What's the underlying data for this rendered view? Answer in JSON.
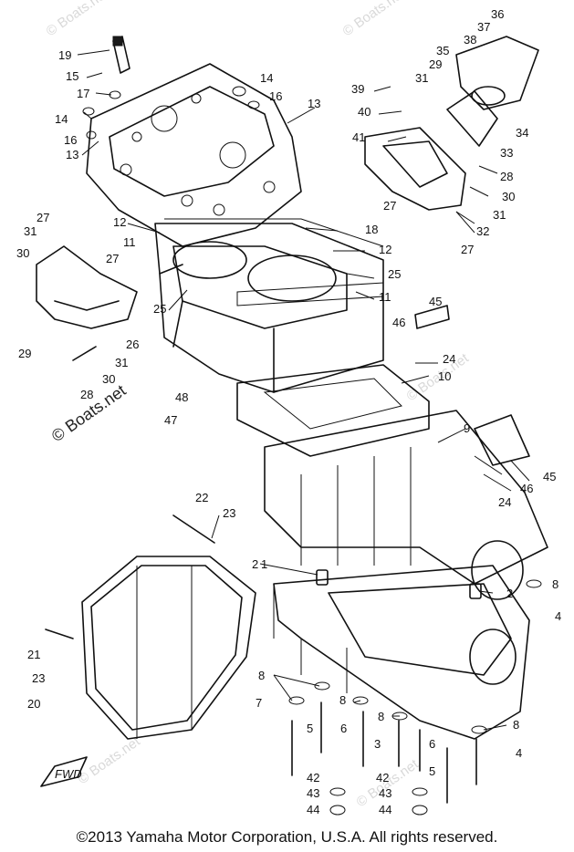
{
  "copyright": "©2013 Yamaha Motor Corporation, U.S.A. All rights reserved.",
  "watermark": "© Boats.net",
  "fwd_mark": "FWD",
  "part_labels": [
    "1",
    "2",
    "2",
    "3",
    "4",
    "4",
    "5",
    "5",
    "6",
    "6",
    "7",
    "8",
    "8",
    "8",
    "8",
    "8",
    "8",
    "8",
    "9",
    "10",
    "11",
    "11",
    "12",
    "12",
    "13",
    "13",
    "14",
    "14",
    "15",
    "16",
    "16",
    "17",
    "18",
    "19",
    "20",
    "21",
    "22",
    "23",
    "23",
    "24",
    "24",
    "25",
    "25",
    "26",
    "27",
    "27",
    "27",
    "27",
    "28",
    "28",
    "29",
    "29",
    "30",
    "30",
    "30",
    "31",
    "31",
    "31",
    "31",
    "32",
    "33",
    "34",
    "35",
    "36",
    "37",
    "38",
    "39",
    "40",
    "41",
    "42",
    "42",
    "43",
    "43",
    "44",
    "44",
    "45",
    "45",
    "46",
    "46",
    "47",
    "48"
  ]
}
